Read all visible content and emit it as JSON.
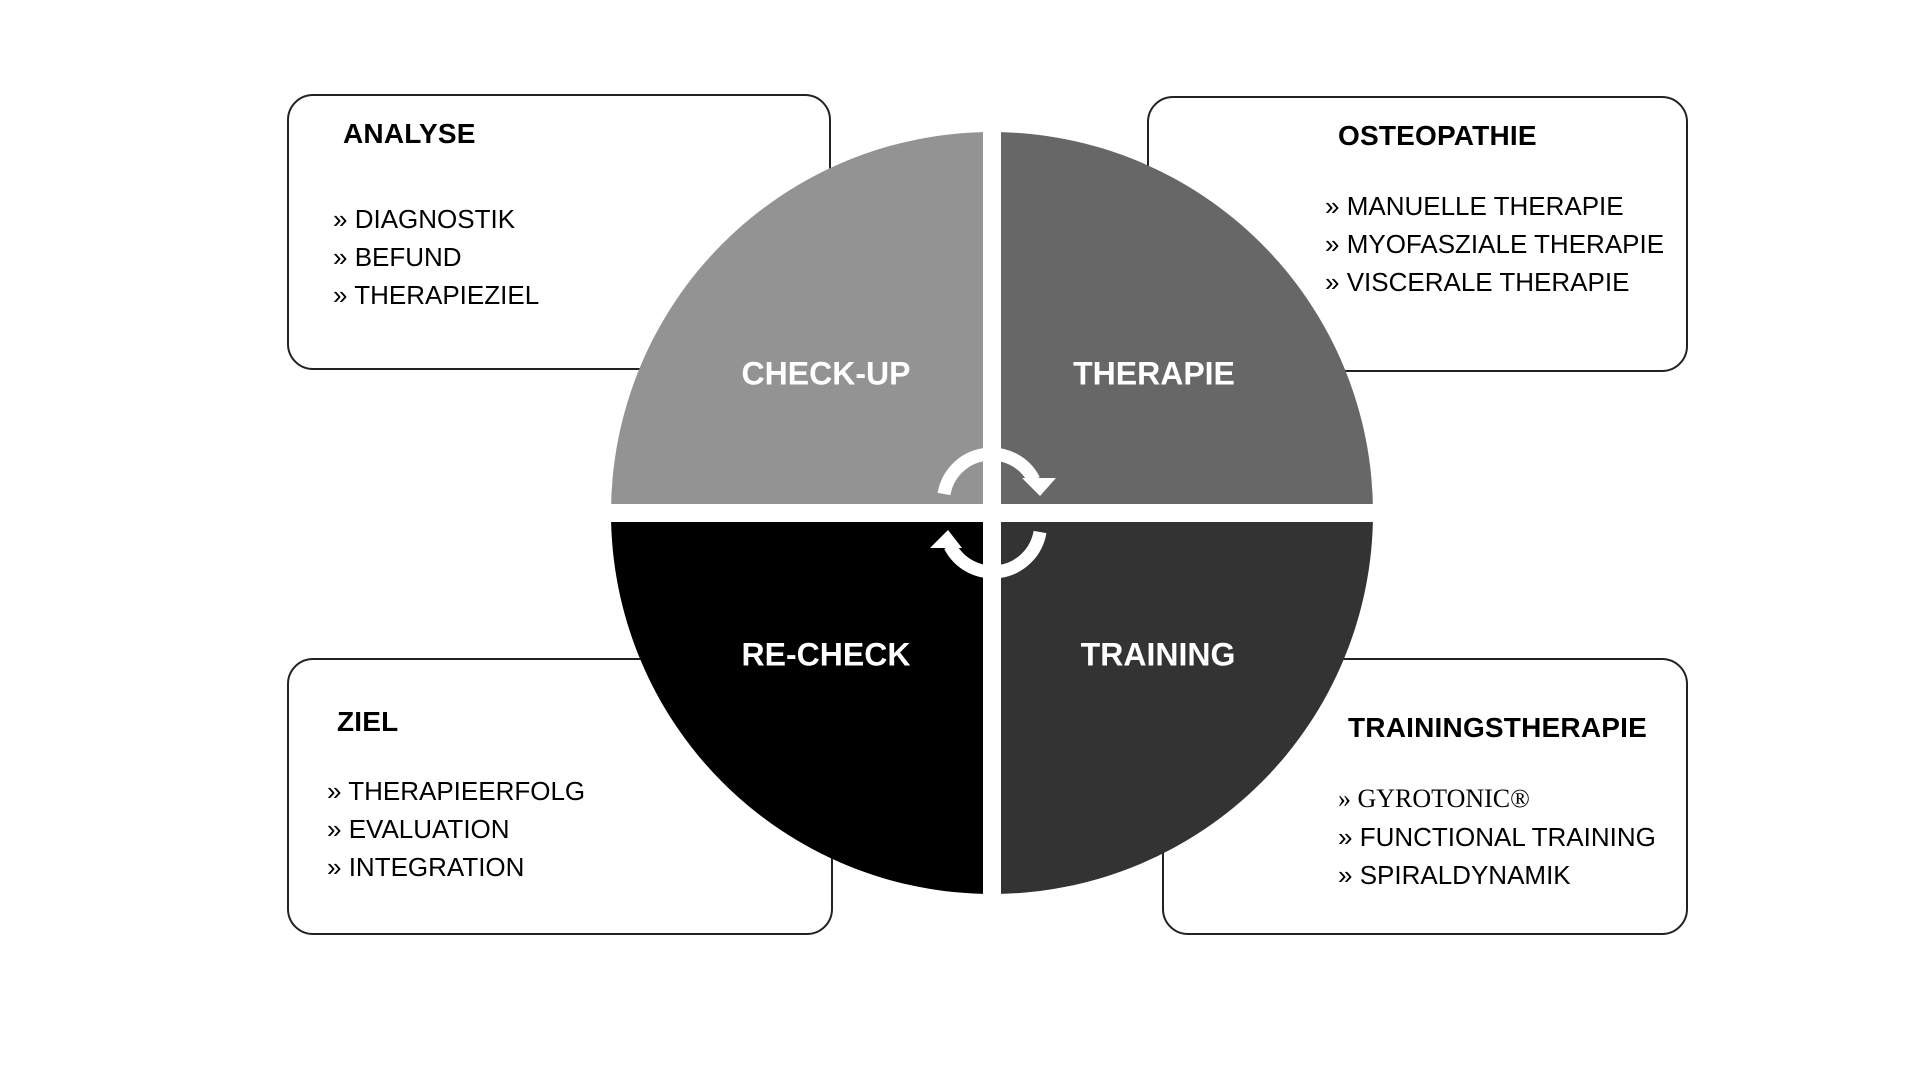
{
  "quadrants": {
    "checkup": {
      "label": "CHECK-UP",
      "color": "#939393"
    },
    "therapie": {
      "label": "THERAPIE",
      "color": "#676767"
    },
    "recheck": {
      "label": "RE-CHECK",
      "color": "#000000"
    },
    "training": {
      "label": "TRAINING",
      "color": "#333333"
    }
  },
  "boxes": {
    "analyse": {
      "title": "ANALYSE",
      "items": [
        "DIAGNOSTIK",
        "BEFUND",
        "THERAPIEZIEL"
      ]
    },
    "osteopathie": {
      "title": "OSTEOPATHIE",
      "items": [
        "MANUELLE THERAPIE",
        "MYOFASZIALE THERAPIE",
        "VISCERALE THERAPIE"
      ]
    },
    "ziel": {
      "title": "ZIEL",
      "items": [
        "THERAPIEERFOLG",
        "EVALUATION",
        "INTEGRATION"
      ]
    },
    "trainingstherapie": {
      "title": "TRAININGSTHERAPIE",
      "items": [
        "GYROTONIC®",
        "FUNCTIONAL TRAINING",
        "SPIRALDYNAMIK"
      ]
    }
  },
  "icons": {
    "cycle": "cycle-arrows-icon"
  }
}
